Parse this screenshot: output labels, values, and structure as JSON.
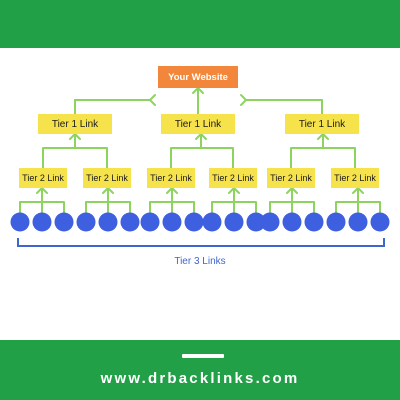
{
  "header": {},
  "diagram": {
    "root": "Your Website",
    "tier1": [
      "Tier 1 Link",
      "Tier 1 Link",
      "Tier 1 Link"
    ],
    "tier2": [
      "Tier 2 Link",
      "Tier 2 Link",
      "Tier 2 Link",
      "Tier 2 Link",
      "Tier 2 Link",
      "Tier 2 Link"
    ],
    "tier3_label": "Tier 3 Links",
    "tier3_count": 18
  },
  "footer": {
    "url": "www.drbacklinks.com"
  },
  "colors": {
    "brand_green": "#22a047",
    "arrow_green": "#8dd35f",
    "root_orange": "#f2863a",
    "tier_yellow": "#f6e24a",
    "node_blue": "#3d5fe0",
    "bracket_blue": "#3f66cf"
  }
}
